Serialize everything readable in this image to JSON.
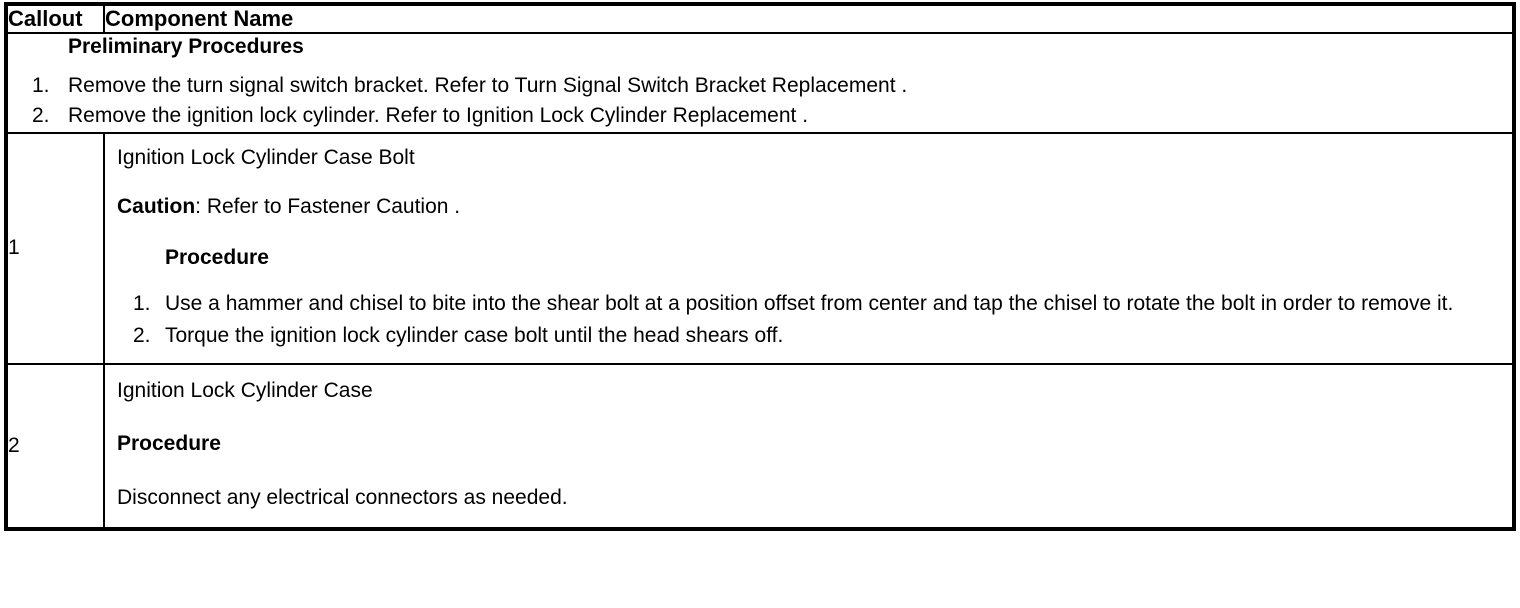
{
  "document": {
    "type": "service-procedure-callout-table"
  },
  "table": {
    "header": {
      "callout_label": "Callout",
      "component_label": "Component Name"
    },
    "preliminary": {
      "title": "Preliminary Procedures",
      "items": [
        {
          "num": "1.",
          "text": "Remove the turn signal switch bracket. Refer to Turn Signal Switch Bracket Replacement ."
        },
        {
          "num": "2.",
          "text": "Remove the ignition lock cylinder. Refer to Ignition Lock Cylinder Replacement ."
        }
      ]
    },
    "rows": [
      {
        "callout": "1",
        "component_name": "Ignition Lock Cylinder Case Bolt",
        "caution_label": "Caution",
        "caution_text": ": Refer to Fastener Caution .",
        "procedure_heading": "Procedure",
        "procedure_steps": [
          {
            "num": "1.",
            "text": "Use a hammer and chisel to bite into the shear bolt at a position offset from center and tap the chisel to rotate the bolt in order to remove it."
          },
          {
            "num": "2.",
            "text": "Torque the ignition lock cylinder case bolt until the head shears off."
          }
        ]
      },
      {
        "callout": "2",
        "component_name": "Ignition Lock Cylinder Case",
        "procedure_heading": "Procedure",
        "procedure_text": "Disconnect any electrical connectors as needed."
      }
    ]
  },
  "colors": {
    "background": "#ffffff",
    "text": "#000000",
    "border": "#000000"
  }
}
